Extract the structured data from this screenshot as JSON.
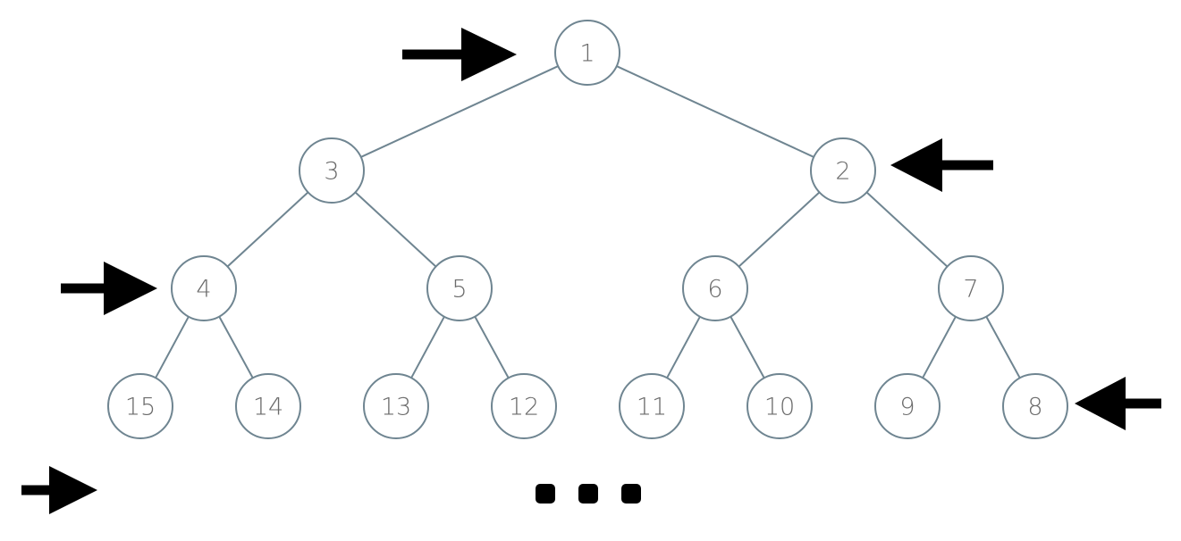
{
  "tree": {
    "edges": [
      [
        "1",
        "3"
      ],
      [
        "1",
        "2"
      ],
      [
        "3",
        "4"
      ],
      [
        "3",
        "5"
      ],
      [
        "2",
        "6"
      ],
      [
        "2",
        "7"
      ],
      [
        "4",
        "15"
      ],
      [
        "4",
        "14"
      ],
      [
        "5",
        "13"
      ],
      [
        "5",
        "12"
      ],
      [
        "6",
        "11"
      ],
      [
        "6",
        "10"
      ],
      [
        "7",
        "9"
      ],
      [
        "7",
        "8"
      ]
    ],
    "nodes": [
      {
        "label": "1"
      },
      {
        "label": "3"
      },
      {
        "label": "2"
      },
      {
        "label": "4"
      },
      {
        "label": "5"
      },
      {
        "label": "6"
      },
      {
        "label": "7"
      },
      {
        "label": "15"
      },
      {
        "label": "14"
      },
      {
        "label": "13"
      },
      {
        "label": "12"
      },
      {
        "label": "11"
      },
      {
        "label": "10"
      },
      {
        "label": "9"
      },
      {
        "label": "8"
      }
    ]
  },
  "arrows": [
    {
      "direction": "right",
      "target": "1"
    },
    {
      "direction": "left",
      "target": "2"
    },
    {
      "direction": "right",
      "target": "4"
    },
    {
      "direction": "left",
      "target": "8"
    },
    {
      "direction": "right",
      "target": "next-level"
    }
  ],
  "continuation": {
    "dot_count": 3
  }
}
